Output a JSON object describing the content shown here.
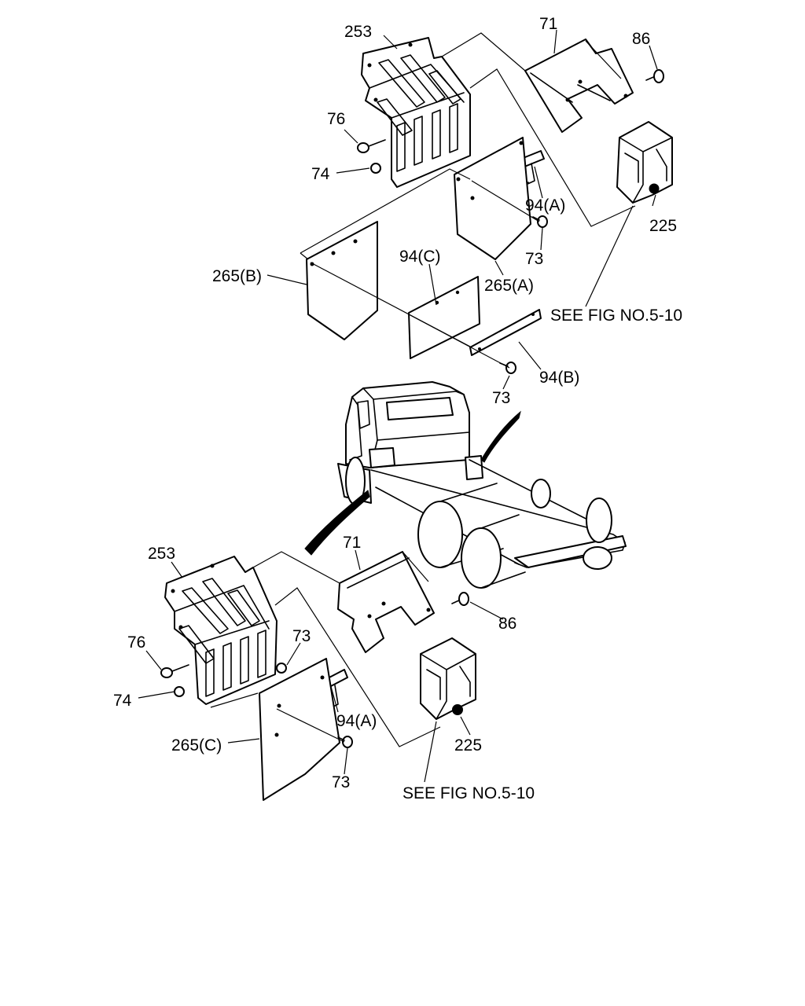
{
  "diagram": {
    "upper_assembly": {
      "callouts": {
        "mud_guard": "253",
        "cover": "71",
        "bolt_86": "86",
        "bolt_76": "76",
        "nut_74": "74",
        "bracket_94a": "94(A)",
        "screw_73_a": "73",
        "stay_225": "225",
        "flap_265a": "265(A)",
        "flap_265b": "265(B)",
        "plate_94c": "94(C)",
        "see_fig": "SEE FIG NO.5-10",
        "bracket_94b": "94(B)",
        "screw_73_b": "73"
      }
    },
    "lower_assembly": {
      "callouts": {
        "mud_guard": "253",
        "cover": "71",
        "bolt_86": "86",
        "bolt_76": "76",
        "screw_73_top": "73",
        "nut_74": "74",
        "bracket_94a": "94(A)",
        "stay_225": "225",
        "flap_265c": "265(C)",
        "screw_73_bottom": "73",
        "see_fig": "SEE FIG NO.5-10"
      }
    }
  }
}
